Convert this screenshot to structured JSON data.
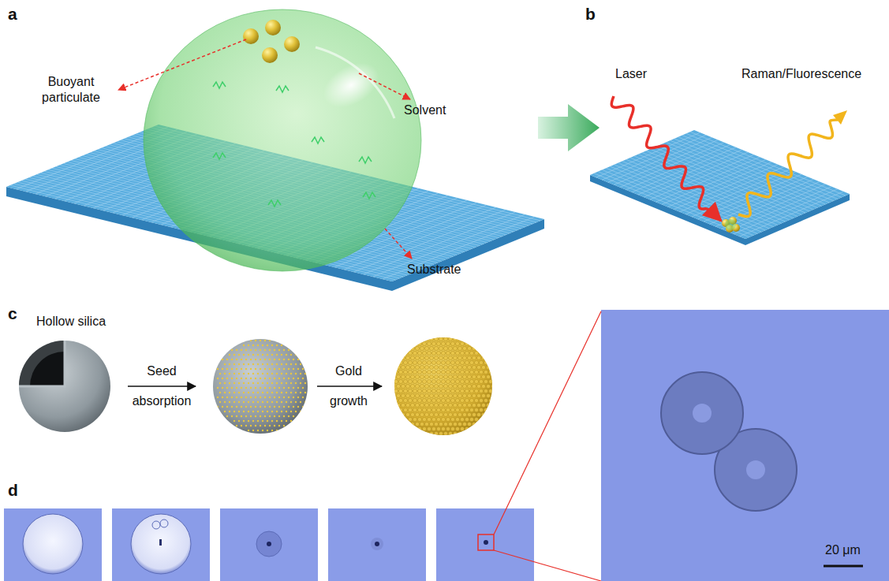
{
  "diagram": {
    "labels": [
      "a",
      "b",
      "c",
      "d",
      "Buoyant particulate",
      "Solvent",
      "Substrate",
      "Laser",
      "Raman/Fluorescence",
      "Hollow silica",
      "Seed absorption",
      "Gold growth",
      "20 μm"
    ]
  }
}
